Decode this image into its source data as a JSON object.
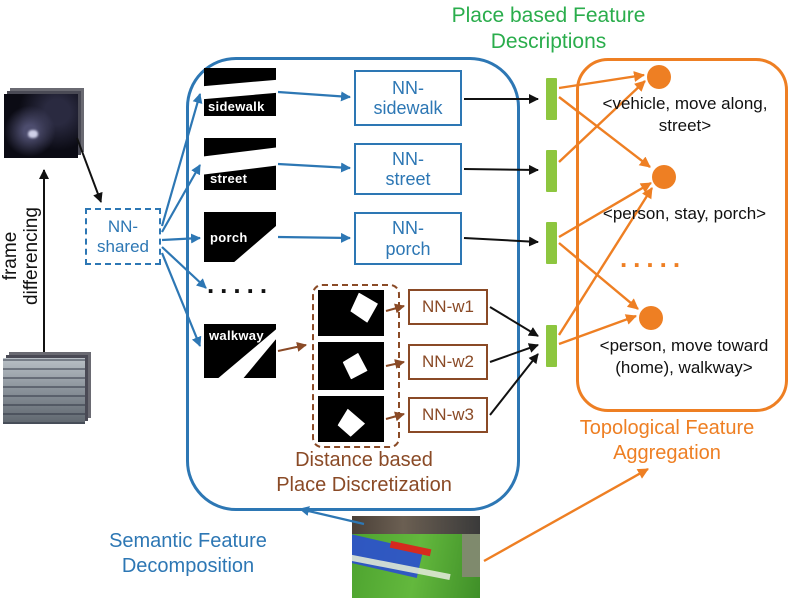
{
  "captions": {
    "place_based": "Place based Feature\nDescriptions",
    "semantic": "Semantic Feature\nDecomposition",
    "distance": "Distance based\nPlace Discretization",
    "topological": "Topological Feature\nAggregation",
    "frame_differencing": "frame\ndifferencing"
  },
  "nodes": {
    "nn_shared": "NN-\nshared",
    "nn_sidewalk": "NN-\nsidewalk",
    "nn_street": "NN-\nstreet",
    "nn_porch": "NN-\nporch",
    "nn_w1": "NN-w1",
    "nn_w2": "NN-w2",
    "nn_w3": "NN-w3"
  },
  "patches": {
    "sidewalk": "sidewalk",
    "street": "street",
    "porch": "porch",
    "walkway": "walkway",
    "ellipsis": "....."
  },
  "outputs": {
    "vehicle_street": "<vehicle, move along, street>",
    "person_porch": "<person, stay, porch>",
    "ellipsis": ".....",
    "person_walkway": "<person, move toward (home), walkway>"
  },
  "colors": {
    "blue": "#2d77b4",
    "green_text": "#2aad4c",
    "bar_green": "#8dc63f",
    "orange": "#ee7f23",
    "brown": "#8a4a26"
  }
}
